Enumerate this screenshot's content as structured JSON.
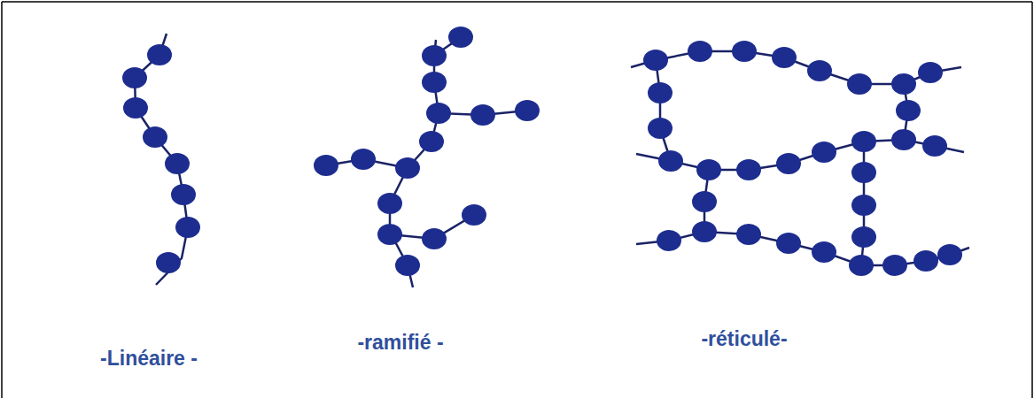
{
  "diagram": {
    "labels": [
      "-Linéaire -",
      "-ramifié -",
      "-réticulé-"
    ]
  }
}
